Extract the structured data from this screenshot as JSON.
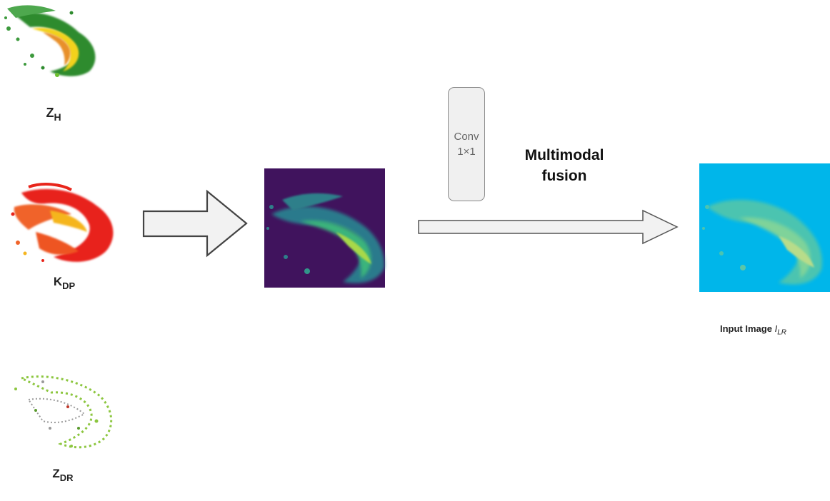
{
  "inputs": [
    {
      "sym": "Z",
      "sub": "H",
      "color": "green-yellow-red"
    },
    {
      "sym": "K",
      "sub": "DP",
      "color": "red-orange-yellow"
    },
    {
      "sym": "Z",
      "sub": "DR",
      "color": "green-gray"
    }
  ],
  "conv": {
    "line1": "Conv",
    "line2": "1×1"
  },
  "fusion": {
    "line1": "Multimodal",
    "line2": "fusion"
  },
  "output": {
    "caption": "Input Image",
    "sym": "I",
    "sub": "LR"
  },
  "colors": {
    "fused_background": "#40135d",
    "output_background": "#00b6ea",
    "arrow_fill": "#f2f2f2",
    "arrow_stroke": "#555555"
  }
}
